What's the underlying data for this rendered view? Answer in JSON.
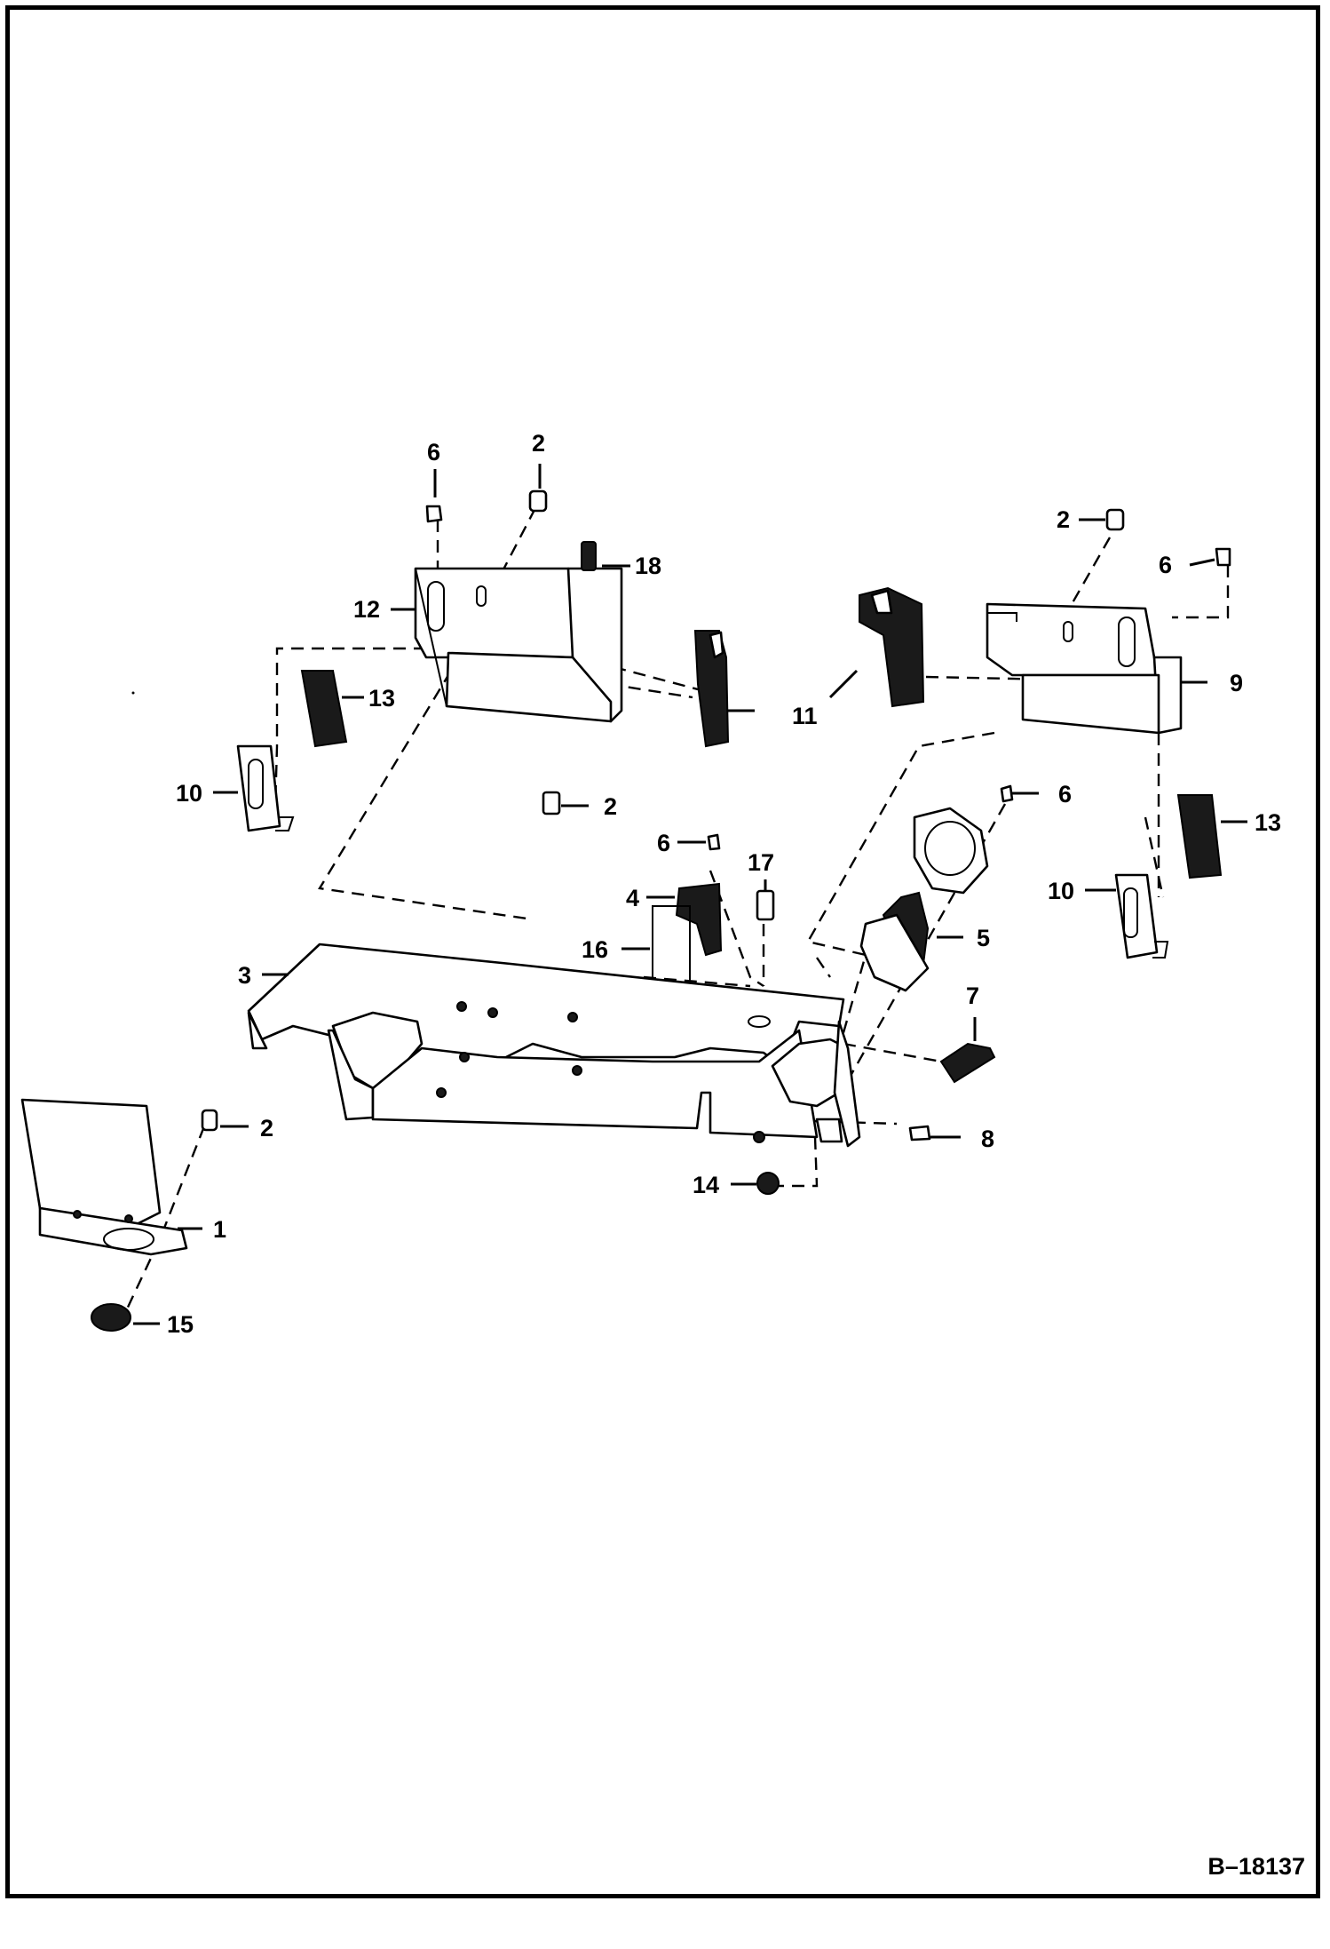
{
  "drawing_number": "B–18137",
  "callouts": [
    {
      "id": "c6a",
      "text": "6"
    },
    {
      "id": "c2a",
      "text": "2"
    },
    {
      "id": "c18",
      "text": "18"
    },
    {
      "id": "c12",
      "text": "12"
    },
    {
      "id": "c13a",
      "text": "13"
    },
    {
      "id": "c10a",
      "text": "10"
    },
    {
      "id": "c2b",
      "text": "2"
    },
    {
      "id": "c11",
      "text": "11"
    },
    {
      "id": "c2c",
      "text": "2"
    },
    {
      "id": "c6b",
      "text": "6"
    },
    {
      "id": "c9",
      "text": "9"
    },
    {
      "id": "c6c",
      "text": "6"
    },
    {
      "id": "c13b",
      "text": "13"
    },
    {
      "id": "c10b",
      "text": "10"
    },
    {
      "id": "c6d",
      "text": "6"
    },
    {
      "id": "c4",
      "text": "4"
    },
    {
      "id": "c17",
      "text": "17"
    },
    {
      "id": "c16",
      "text": "16"
    },
    {
      "id": "c5",
      "text": "5"
    },
    {
      "id": "c3",
      "text": "3"
    },
    {
      "id": "c7",
      "text": "7"
    },
    {
      "id": "c2d",
      "text": "2"
    },
    {
      "id": "c8",
      "text": "8"
    },
    {
      "id": "c14",
      "text": "14"
    },
    {
      "id": "c1",
      "text": "1"
    },
    {
      "id": "c15",
      "text": "15"
    }
  ]
}
